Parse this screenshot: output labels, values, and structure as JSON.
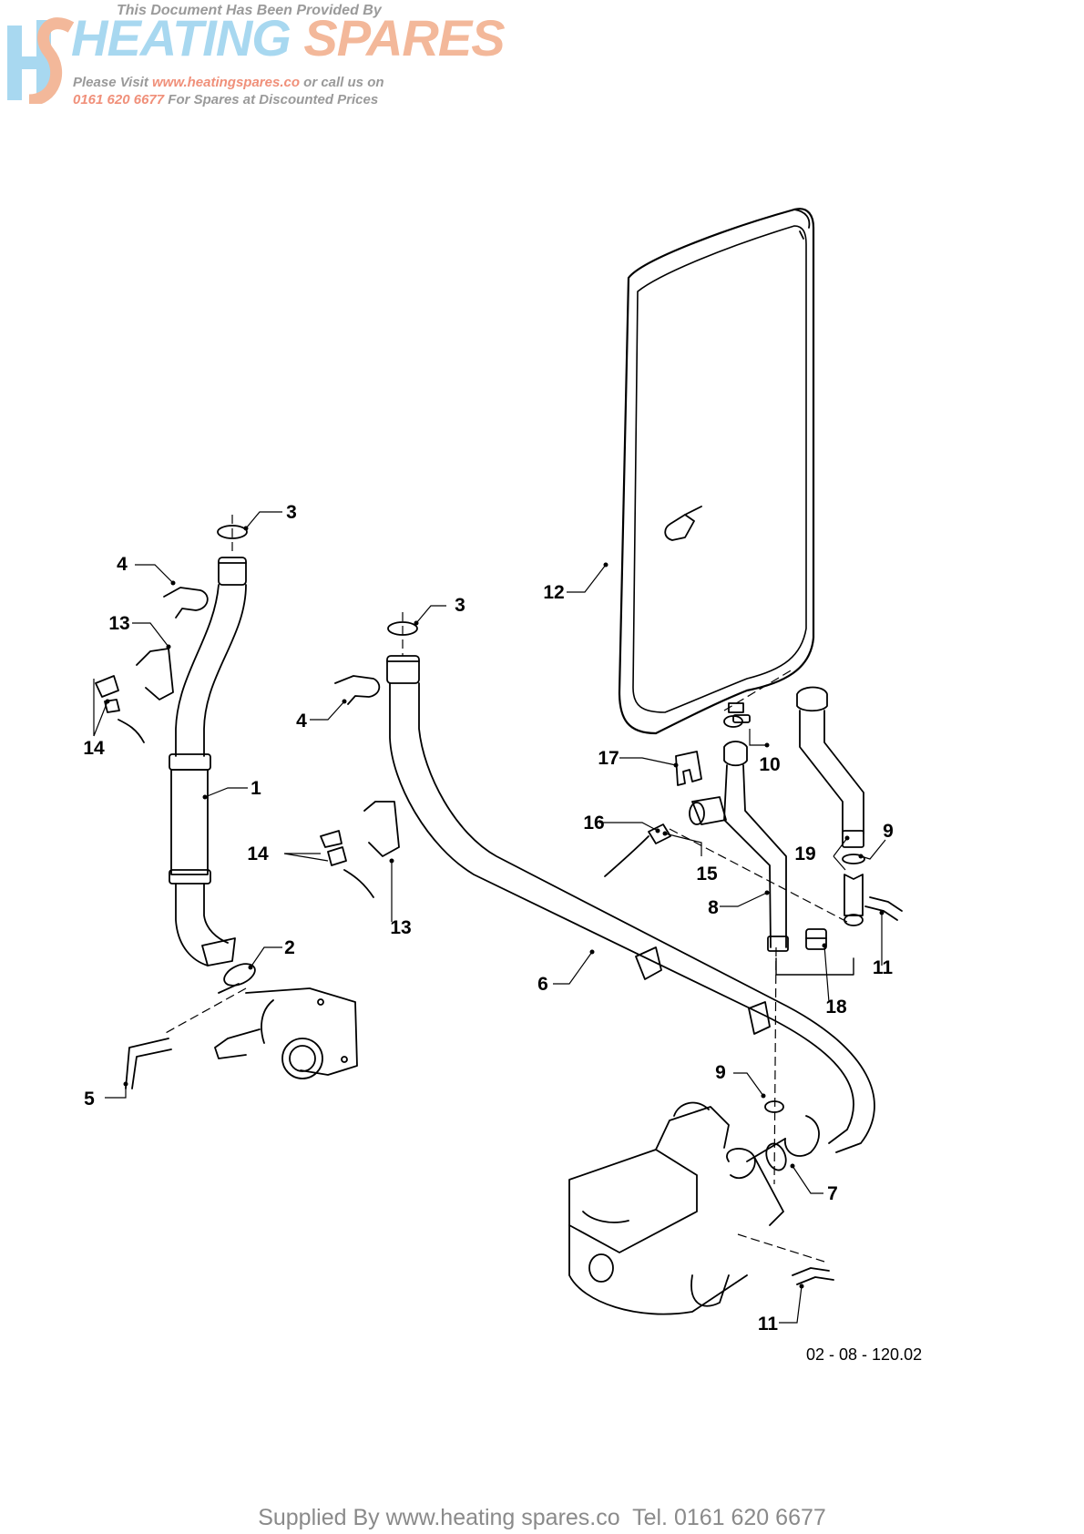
{
  "banner": {
    "top_line": "This Document Has Been Provided By",
    "brand_heating": "HEATING",
    "brand_spares": "SPARES",
    "line1_prefix": "Please Visit ",
    "line1_url": "www.heatingspares.co",
    "line1_suffix": " or call us on",
    "line2_phone": "0161 620 6677",
    "line2_suffix": " For Spares at Discounted Prices",
    "colors": {
      "blue": "#a8d8f0",
      "salmon": "#f0907a",
      "grey": "#9a9a9a"
    }
  },
  "diagram": {
    "drawing_number": "02 - 08 - 120.02",
    "callouts": [
      "3",
      "4",
      "13",
      "14",
      "1",
      "2",
      "5",
      "3",
      "4",
      "14",
      "13",
      "6",
      "12",
      "17",
      "10",
      "16",
      "15",
      "8",
      "19",
      "9",
      "11",
      "18",
      "9",
      "7",
      "11"
    ]
  },
  "footer": {
    "text": "Supplied By www.heating spares.co  Tel. 0161 620 6677"
  }
}
